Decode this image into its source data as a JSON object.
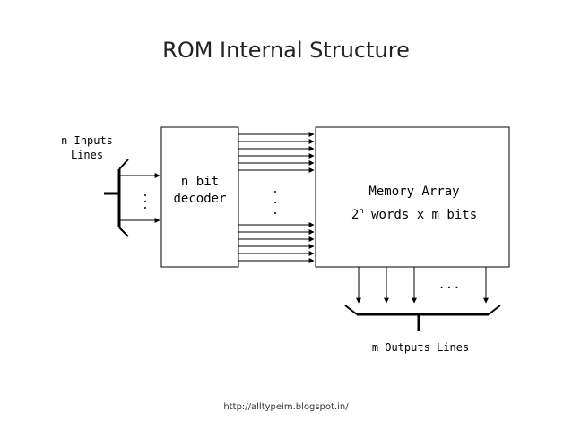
{
  "title": "ROM Internal Structure",
  "inputs_label_line1": "n Inputs",
  "inputs_label_line2": "Lines",
  "decoder_line1": "n bit",
  "decoder_line2": "decoder",
  "memory_line1": "Memory Array",
  "memory_line2_prefix": "2",
  "memory_line2_sup": "n",
  "memory_line2_suffix": " words x m bits",
  "outputs_label": "m Outputs Lines",
  "ellipsis_h": "...",
  "footer": "http://alltypeim.blogspot.in/"
}
